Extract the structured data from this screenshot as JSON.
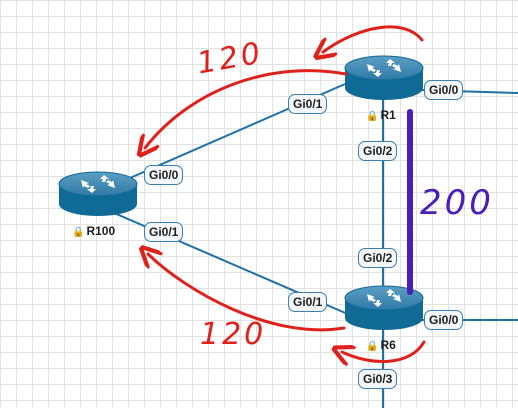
{
  "routers": {
    "r1": {
      "name": "R1"
    },
    "r100": {
      "name": "R100"
    },
    "r6": {
      "name": "R6"
    }
  },
  "ports": {
    "r1_gi00": "Gi0/0",
    "r1_gi01": "Gi0/1",
    "r1_gi02": "Gi0/2",
    "r100_gi00": "Gi0/0",
    "r100_gi01": "Gi0/1",
    "r6_gi02": "Gi0/2",
    "r6_gi01": "Gi0/1",
    "r6_gi00": "Gi0/0",
    "r6_gi03": "Gi0/3"
  },
  "annotations": {
    "top_cost": "120",
    "bottom_cost": "120",
    "vertical_cost": "200"
  },
  "colors": {
    "link": "#1f6fa7",
    "router_body": "#0f6a96",
    "red_annotation": "#e0201a",
    "purple_annotation": "#4a1fb8"
  },
  "icons": {
    "router": "router-icon",
    "lock": "lock-icon"
  }
}
